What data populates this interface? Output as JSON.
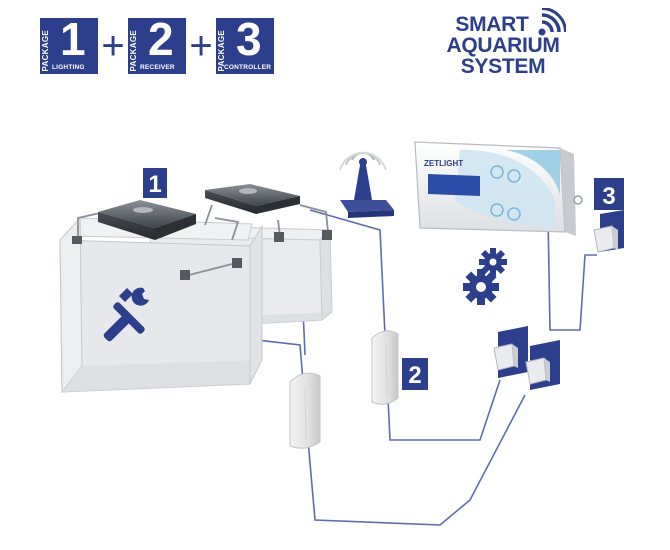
{
  "packages": [
    {
      "word": "PACKAGE",
      "number": "1",
      "caption": "LIGHTING"
    },
    {
      "word": "PACKAGE",
      "number": "2",
      "caption": "RECEIVER"
    },
    {
      "word": "PACKAGE",
      "number": "3",
      "caption": "CONTROLLER"
    }
  ],
  "plus_sign": "+",
  "brand": {
    "line1": "SMART",
    "line2": "AQUARIUM",
    "line3": "SYSTEM",
    "icon": "wifi-icon"
  },
  "controller": {
    "brand_label": "ZETLIGHT"
  },
  "markers": {
    "lighting": "1",
    "receiver": "2",
    "controller": "3"
  },
  "icons": [
    "wifi-icon",
    "antenna-icon",
    "tools-icon",
    "gears-icon",
    "power-plug-icon"
  ],
  "colors": {
    "accent": "#2c3f8c",
    "cable": "#5b6db0",
    "tank": "#e6e7e9"
  }
}
